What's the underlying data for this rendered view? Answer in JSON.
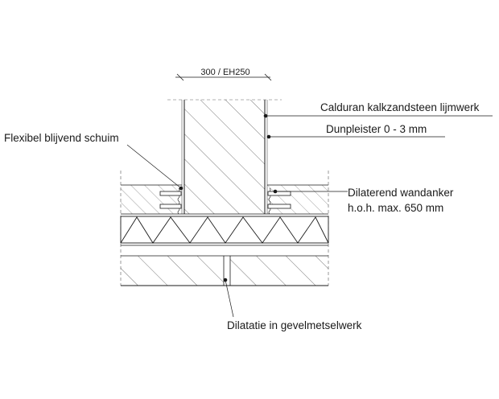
{
  "dimension": {
    "text": "300 / EH250"
  },
  "labels": {
    "calduran": "Calduran kalkzandsteen lijmwerk",
    "dunpleister": "Dunpleister 0 - 3 mm",
    "schuim": "Flexibel blijvend schuim",
    "anker_line1": "Dilaterend wandanker",
    "anker_line2": "h.o.h. max. 650 mm",
    "dilatatie": "Dilatatie in gevelmetselwerk"
  },
  "colors": {
    "line": "#1a1a1a",
    "hatch": "#555555",
    "background": "#ffffff"
  }
}
